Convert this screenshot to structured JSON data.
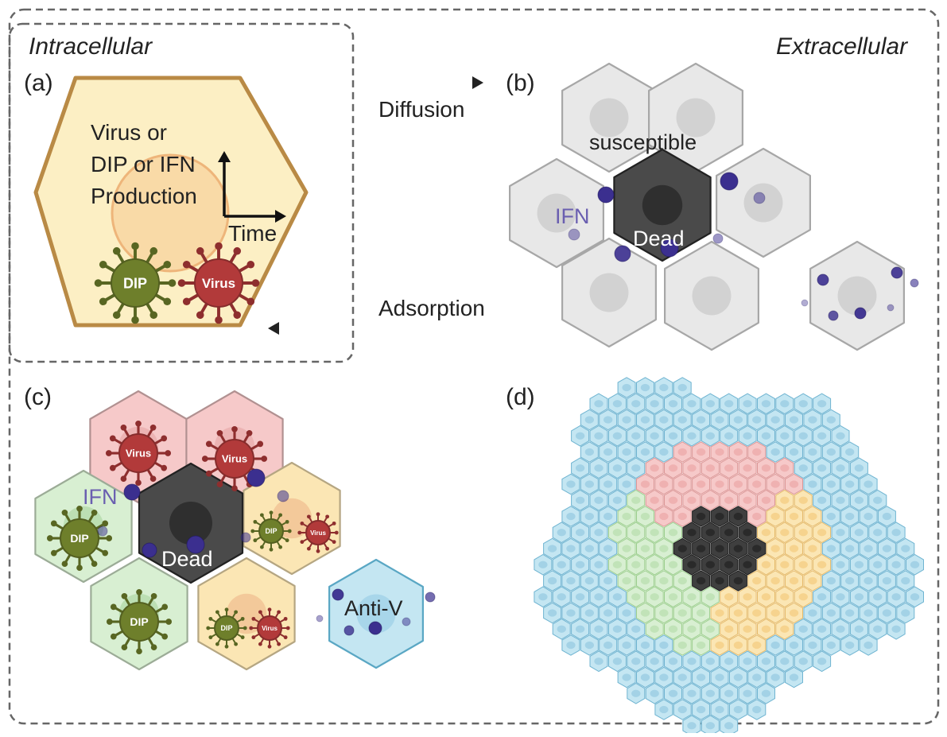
{
  "sections": {
    "intracellular": "Intracellular",
    "extracellular": "Extracellular"
  },
  "panels": {
    "a": "(a)",
    "b": "(b)",
    "c": "(c)",
    "d": "(d)"
  },
  "arrows": {
    "diffusion": "Diffusion",
    "adsorption": "Adsorption"
  },
  "panel_a": {
    "production_line1": "Virus or",
    "production_line2": "DIP or IFN",
    "production_line3": "Production",
    "time_axis": "Time",
    "dip_particle": "DIP",
    "virus_particle": "Virus"
  },
  "panel_b": {
    "susceptible": "susceptible",
    "dead": "Dead",
    "ifn": "IFN"
  },
  "panel_c": {
    "virus": "Virus",
    "dip": "DIP",
    "ifn": "IFN",
    "dead": "Dead",
    "anti_v": "Anti-V"
  },
  "colors": {
    "susceptible_gray": "#e8e8e8",
    "dead_dark": "#4a4a4a",
    "virus_red": "#b23a3a",
    "dip_green": "#6e7f2b",
    "ifn_purple": "#3b2f8f",
    "infected_pink": "#f6c9c9",
    "dip_cell_green": "#d8efd2",
    "coinfected_yellow": "#fbe6b4",
    "antiviral_blue": "#c4e6f2",
    "host_cell_fill": "#fcefc4",
    "host_cell_border": "#b98a45"
  }
}
